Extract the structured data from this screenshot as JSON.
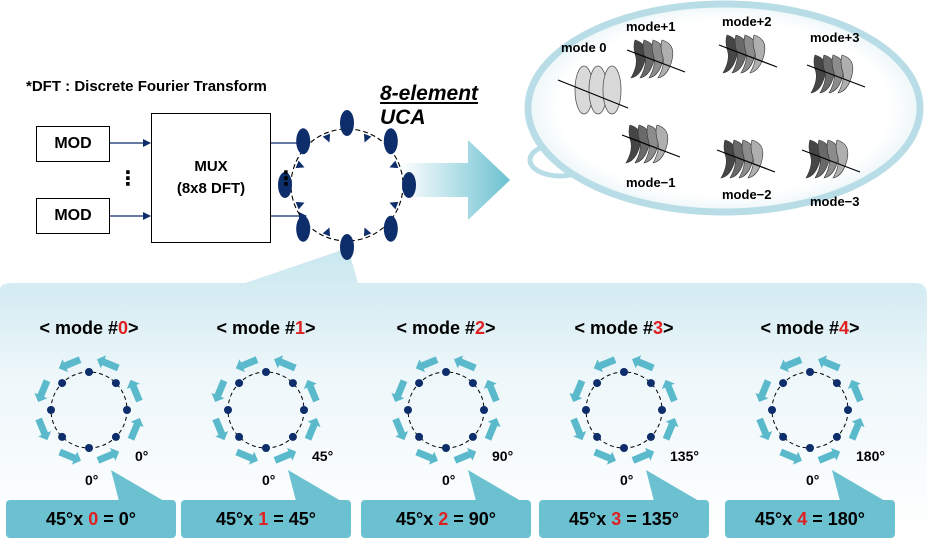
{
  "note": "*DFT : Discrete Fourier Transform",
  "mod_boxes": [
    "MOD",
    "MOD"
  ],
  "dots": [
    "⋮",
    "⋮"
  ],
  "mux": {
    "line1": "MUX",
    "line2": "(8x8 DFT)"
  },
  "uca": {
    "line1": "8-element",
    "line2": "UCA"
  },
  "bubble_modes": [
    "mode 0",
    "mode+1",
    "mode+2",
    "mode+3",
    "mode−1",
    "mode−2",
    "mode−3"
  ],
  "modes": [
    {
      "prefix": "< mode #",
      "num": "0",
      "suffix": ">",
      "angle": "0°",
      "zero": "0°",
      "eq_prefix": "45°x ",
      "eq_num": "0",
      "eq_suffix": " = 0°"
    },
    {
      "prefix": "< mode #",
      "num": "1",
      "suffix": ">",
      "angle": "45°",
      "zero": "0°",
      "eq_prefix": "45°x ",
      "eq_num": "1",
      "eq_suffix": " = 45°"
    },
    {
      "prefix": "< mode #",
      "num": "2",
      "suffix": ">",
      "angle": "90°",
      "zero": "0°",
      "eq_prefix": "45°x ",
      "eq_num": "2",
      "eq_suffix": " = 90°"
    },
    {
      "prefix": "< mode #",
      "num": "3",
      "suffix": ">",
      "angle": "135°",
      "zero": "0°",
      "eq_prefix": "45°x ",
      "eq_num": "3",
      "eq_suffix": " = 135°"
    },
    {
      "prefix": "< mode #",
      "num": "4",
      "suffix": ">",
      "angle": "180°",
      "zero": "0°",
      "eq_prefix": "45°x ",
      "eq_num": "4",
      "eq_suffix": " = 180°"
    }
  ],
  "colors": {
    "navy": "#0d2d6b",
    "teal": "#5bb9cc",
    "light_teal": "#cdeaf1",
    "red": "#e02020",
    "bubble_gray": "#e8ecee"
  }
}
